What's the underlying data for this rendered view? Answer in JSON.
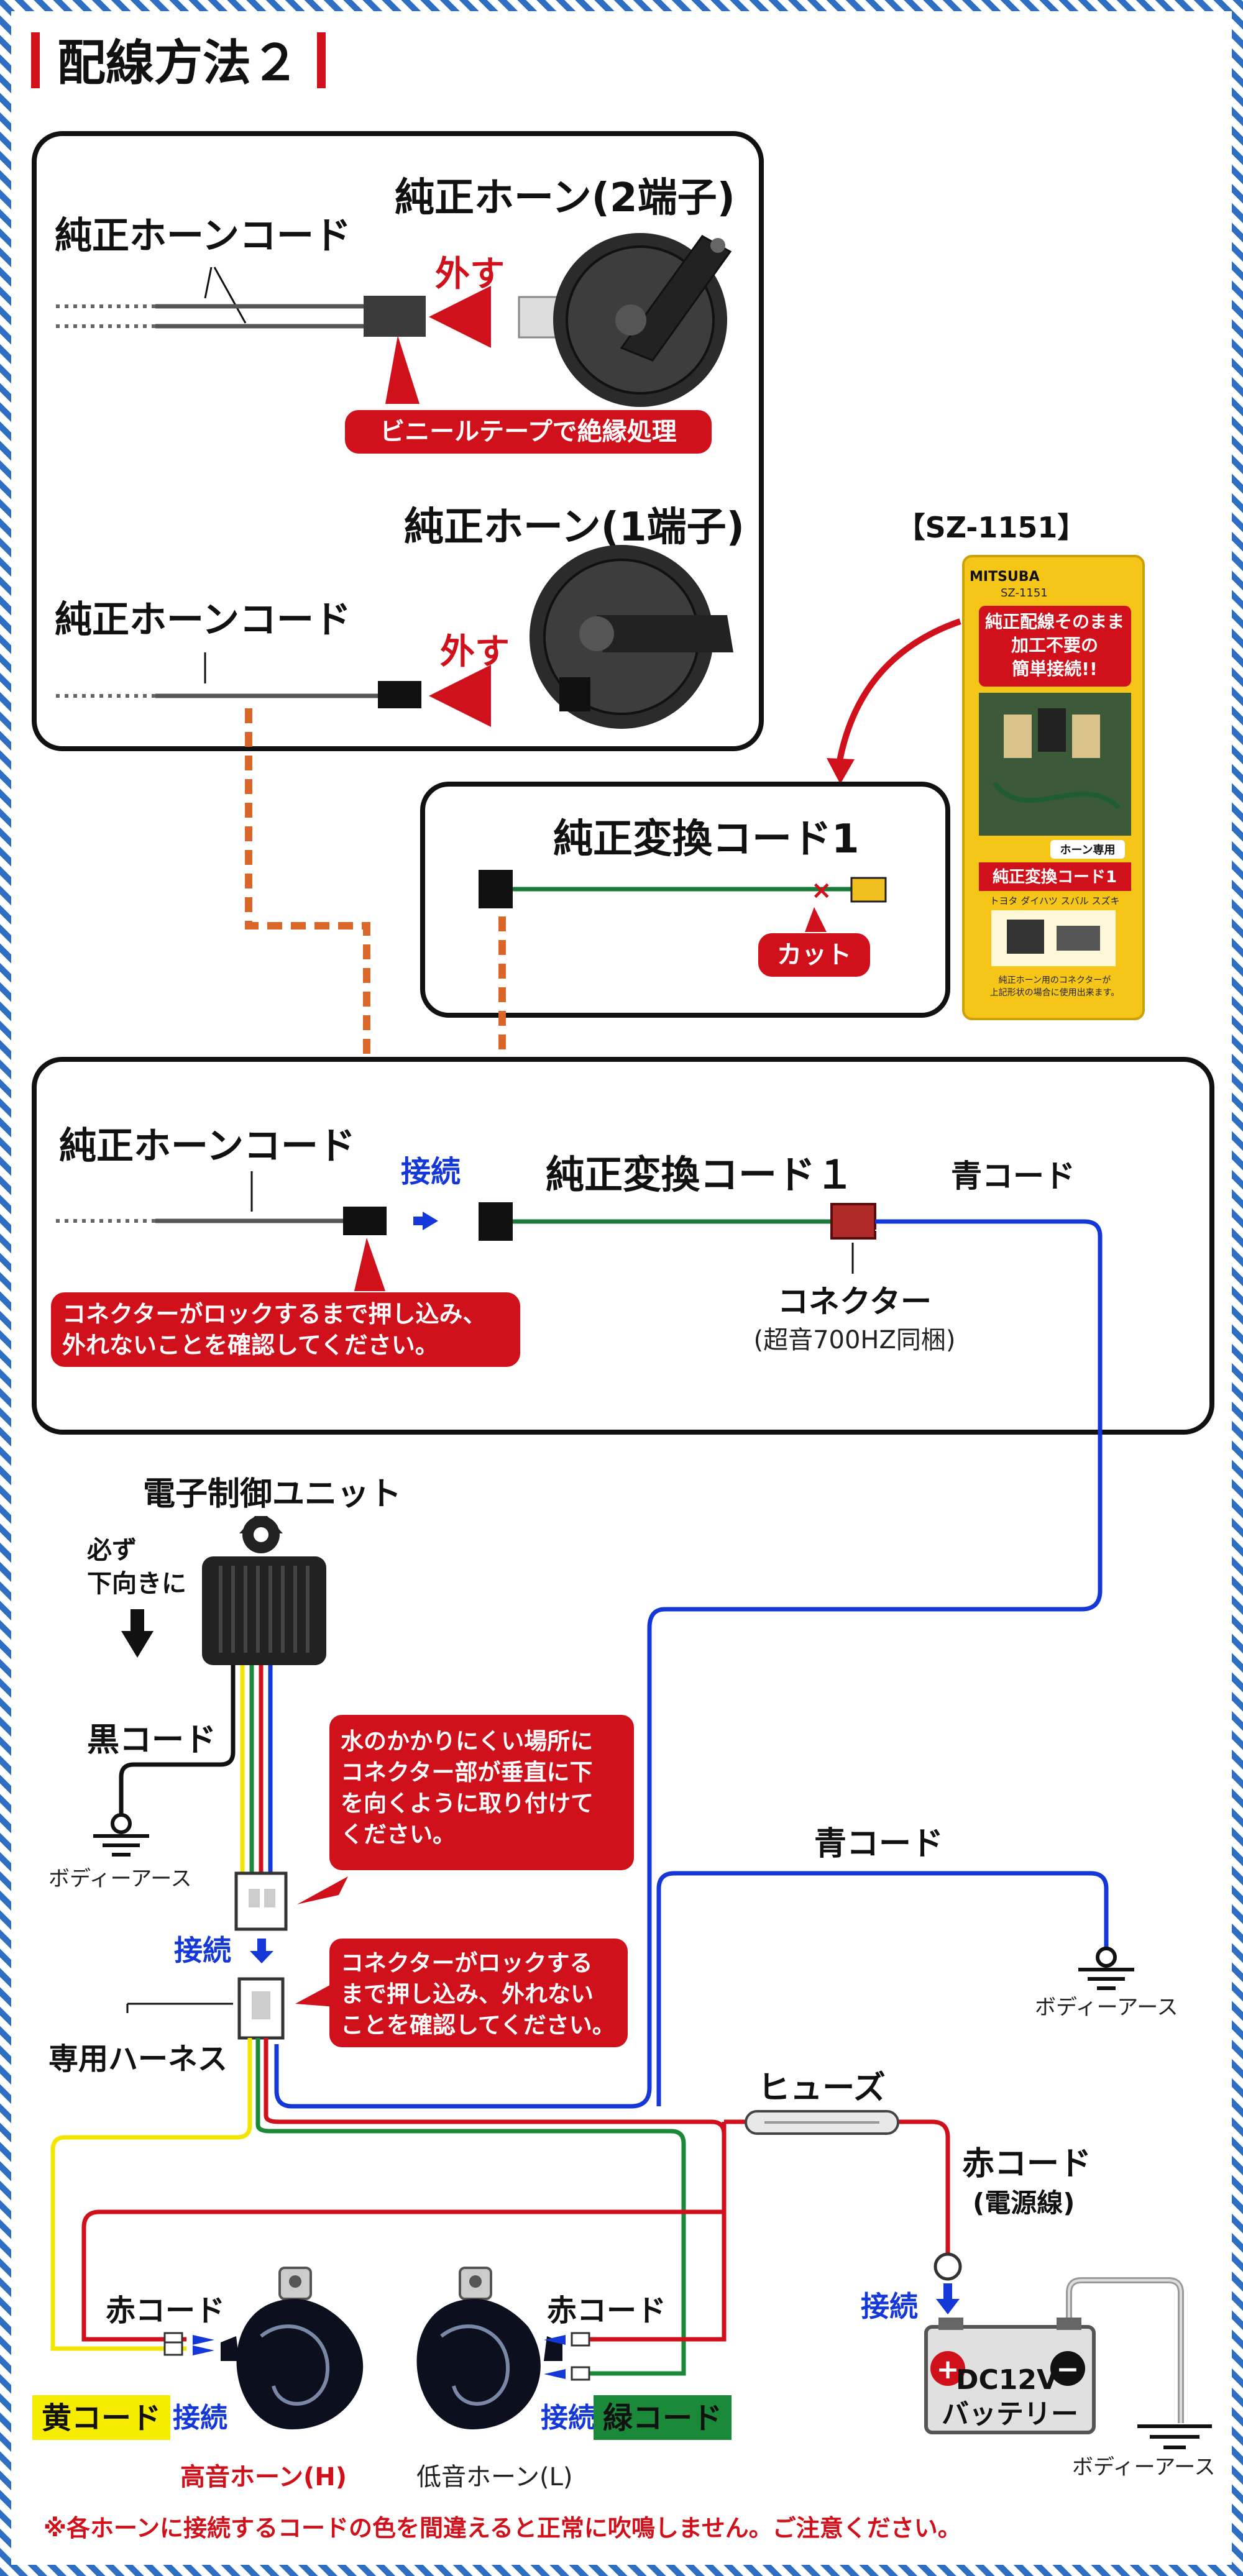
{
  "title": "配線方法２",
  "box1": {
    "horn2_title": "純正ホーン(2端子)",
    "horn1_title": "純正ホーン(1端子)",
    "cord_label_top": "純正ホーンコード",
    "cord_label_bottom": "純正ホーンコード",
    "remove_top": "外す",
    "remove_bottom": "外す",
    "tape_callout": "ビニールテープで絶縁処理"
  },
  "product": {
    "code": "【SZ-1151】",
    "brand": "MITSUBA",
    "model": "SZ-1151",
    "package_line1": "純正配線そのまま",
    "package_line2": "加工不要の",
    "package_line3": "簡単接続!!",
    "package_tag": "ホーン専用",
    "package_name": "純正変換コード1",
    "package_makers": "トヨタ ダイハツ スバル スズキ",
    "package_note1": "純正ホーン用のコネクターが",
    "package_note2": "上記形状の場合に使用出来ます。"
  },
  "box2": {
    "title": "純正変換コード1",
    "cut": "カット"
  },
  "box3": {
    "cord_label": "純正ホーンコード",
    "connect": "接続",
    "conv_label": "純正変換コード１",
    "blue_cord": "青コード",
    "connector": "コネクター",
    "connector_note": "(超音700HZ同梱)",
    "lock_callout_1": "コネクターがロックするまで押し込み、",
    "lock_callout_2": "外れないことを確認してください。"
  },
  "lower": {
    "ecu": "電子制御ユニット",
    "down_1": "必ず",
    "down_2": "下向きに",
    "black_cord": "黒コード",
    "body_earth_left": "ボディーアース",
    "water_1": "水のかかりにくい場所に",
    "water_2": "コネクター部が垂直に下",
    "water_3": "を向くように取り付けて",
    "water_4": "ください。",
    "connect_mid": "接続",
    "lock2_1": "コネクターがロックする",
    "lock2_2": "まで押し込み、外れない",
    "lock2_3": "ことを確認してください。",
    "harness": "専用ハーネス",
    "blue_cord2": "青コード",
    "body_earth_mid": "ボディーアース",
    "fuse": "ヒューズ",
    "red_power_1": "赤コード",
    "red_power_2": "(電源線)",
    "connect_batt": "接続",
    "battery_1": "DC12V",
    "battery_2": "バッテリー",
    "body_earth_right": "ボディーアース",
    "red_cord_left": "赤コード",
    "red_cord_right": "赤コード",
    "yellow_cord": "黄コード",
    "green_cord": "緑コード",
    "connect_h": "接続",
    "connect_l": "接続",
    "horn_h": "高音ホーン(H)",
    "horn_l": "低音ホーン(L)",
    "plus": "+",
    "minus": "−"
  },
  "footer": "※各ホーンに接続するコードの色を間違えると正常に吹鳴しません。ご注意ください。",
  "colors": {
    "red": "#d0101a",
    "blue": "#1437d8",
    "yellow": "#f2e600",
    "green": "#1a8a3a",
    "orange_dash": "#d9672a",
    "frame": "#2e6fc4"
  }
}
